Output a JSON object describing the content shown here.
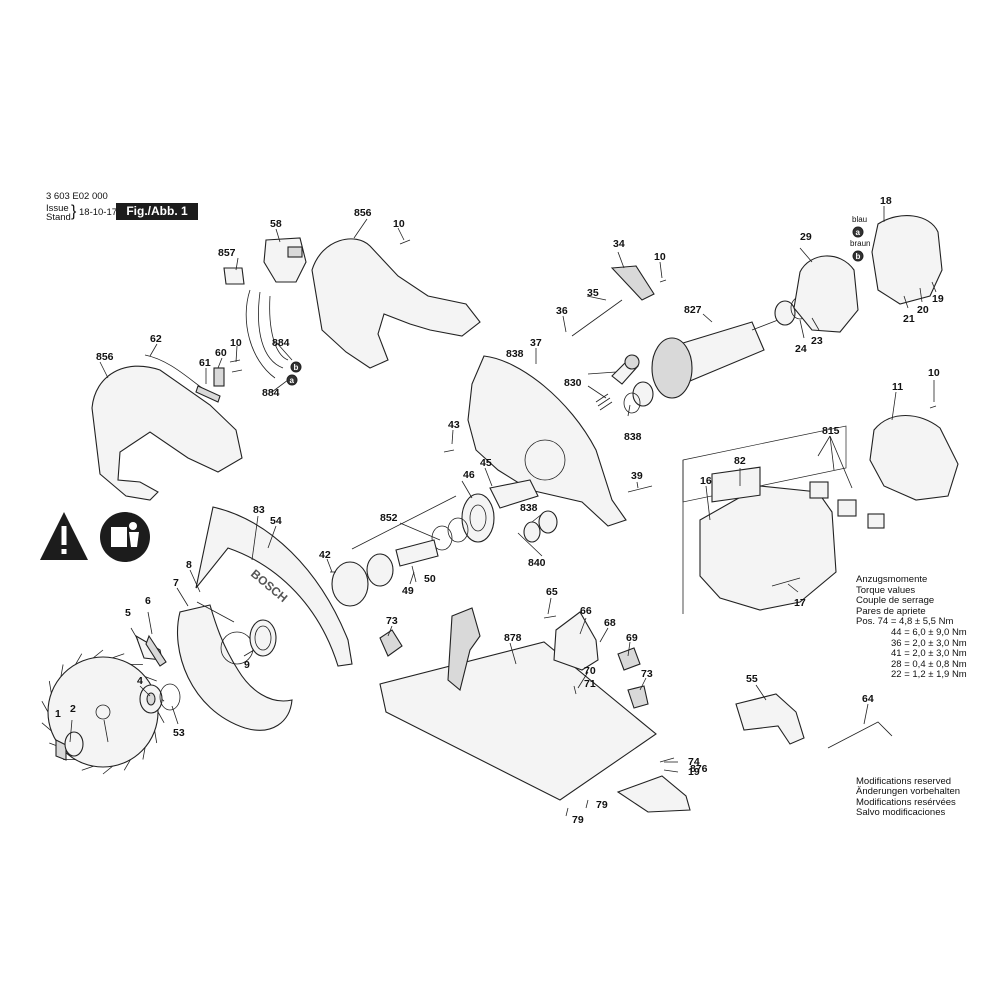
{
  "header": {
    "drawing_no": "3 603 E02 000",
    "issue_label": "Issue",
    "stand_label": "Stand",
    "issue_date": "18-10-17",
    "figure_badge": "Fig./Abb. 1"
  },
  "wire_labels": {
    "blue": "blau",
    "brown": "braun"
  },
  "callout_markers": [
    "a",
    "b"
  ],
  "torque_table": {
    "title_lines": [
      "Anzugsmomente",
      "Torque values",
      "Couple de serrage",
      "Pares de apriete"
    ],
    "rows": [
      "Pos. 74 = 4,8 ± 5,5 Nm",
      "44 = 6,0 ± 9,0 Nm",
      "36 = 2,0 ± 3,0 Nm",
      "41 = 2,0 ± 3,0 Nm",
      "28 = 0,4 ± 0,8 Nm",
      "22 = 1,2 ± 1,9 Nm"
    ]
  },
  "modifications": [
    "Modifications reserved",
    "Änderungen vorbehalten",
    "Modifications resérvées",
    "Salvo modificaciones"
  ],
  "blade_guard_text": "BOSCH",
  "part_numbers": {
    "p1": "1",
    "p2": "2",
    "p4": "4",
    "p5": "5",
    "p6": "6",
    "p7": "7",
    "p8": "8",
    "p9": "9",
    "p10a": "10",
    "p10b": "10",
    "p10c": "10",
    "p10d": "10",
    "p11": "11",
    "p16": "16",
    "p17": "17",
    "p18": "18",
    "p19a": "19",
    "p19b": "19",
    "p20": "20",
    "p21": "21",
    "p23": "23",
    "p24": "24",
    "p29": "29",
    "p34": "34",
    "p35": "35",
    "p36": "36",
    "p37": "37",
    "p39": "39",
    "p42": "42",
    "p43": "43",
    "p45": "45",
    "p46": "46",
    "p49": "49",
    "p50": "50",
    "p53": "53",
    "p54": "54",
    "p55": "55",
    "p58": "58",
    "p60": "60",
    "p61": "61",
    "p62": "62",
    "p64": "64",
    "p65": "65",
    "p66": "66",
    "p68": "68",
    "p69": "69",
    "p70": "70",
    "p71": "71",
    "p73a": "73",
    "p73b": "73",
    "p74": "74",
    "p79a": "79",
    "p79b": "79",
    "p82": "82",
    "p83": "83",
    "p815": "815",
    "p827": "827",
    "p830": "830",
    "p838a": "838",
    "p838b": "838",
    "p838c": "838",
    "p840": "840",
    "p852": "852",
    "p856a": "856",
    "p856b": "856",
    "p857": "857",
    "p876": "876",
    "p878": "878",
    "p884a": "884",
    "p884b": "884"
  }
}
